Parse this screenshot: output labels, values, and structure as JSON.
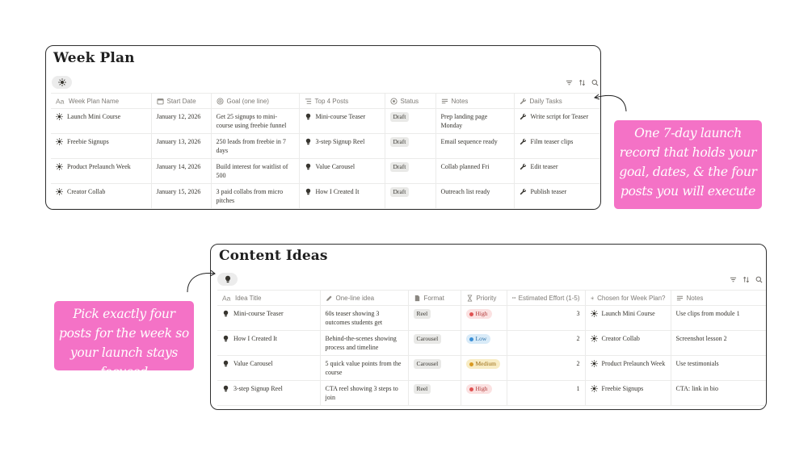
{
  "colors": {
    "callout_bg": "#f472c6",
    "high_bg": "#fbe1e1",
    "high_dot": "#e05252",
    "low_bg": "#d9ebf8",
    "low_dot": "#3a8fd6",
    "medium_bg": "#f8ecc4",
    "medium_dot": "#d99a21"
  },
  "week_plan": {
    "title": "Week Plan",
    "view_icon": "sun-icon",
    "columns": [
      {
        "label": "Week Plan Name",
        "icon": "text-aa-icon"
      },
      {
        "label": "Start Date",
        "icon": "calendar-icon"
      },
      {
        "label": "Goal (one line)",
        "icon": "target-icon"
      },
      {
        "label": "Top 4 Posts",
        "icon": "relation-list-icon"
      },
      {
        "label": "Status",
        "icon": "status-icon"
      },
      {
        "label": "Notes",
        "icon": "lines-icon"
      },
      {
        "label": "Daily Tasks",
        "icon": "wrench-icon"
      }
    ],
    "rows": [
      {
        "name": "Launch Mini Course",
        "start": "January 12, 2026",
        "goal": "Get 25 signups to mini-course using freebie funnel",
        "post": "Mini-course Teaser",
        "status": "Draft",
        "notes": "Prep landing page Monday",
        "task": "Write script for Teaser"
      },
      {
        "name": "Freebie Signups",
        "start": "January 13, 2026",
        "goal": "250 leads from freebie in 7 days",
        "post": "3-step Signup Reel",
        "status": "Draft",
        "notes": "Email sequence ready",
        "task": "Film teaser clips"
      },
      {
        "name": "Product Prelaunch Week",
        "start": "January 14, 2026",
        "goal": "Build interest for waitlist of 500",
        "post": "Value Carousel",
        "status": "Draft",
        "notes": "Collab planned Fri",
        "task": "Edit teaser"
      },
      {
        "name": "Creator Collab",
        "start": "January 15, 2026",
        "goal": "3 paid collabs from micro pitches",
        "post": "How I Created It",
        "status": "Draft",
        "notes": "Outreach list ready",
        "task": "Publish teaser"
      }
    ]
  },
  "content_ideas": {
    "title": "Content Ideas",
    "view_icon": "lightbulb-icon",
    "columns": [
      {
        "label": "Idea Title",
        "icon": "text-aa-icon"
      },
      {
        "label": "One-line idea",
        "icon": "pencil-icon"
      },
      {
        "label": "Format",
        "icon": "document-icon"
      },
      {
        "label": "Priority",
        "icon": "hourglass-icon"
      },
      {
        "label": "Estimated Effort (1-5)",
        "icon": "dumbbell-icon"
      },
      {
        "label": "Chosen for Week Plan?",
        "icon": "sun-icon"
      },
      {
        "label": "Notes",
        "icon": "lines-icon"
      }
    ],
    "rows": [
      {
        "title": "Mini-course Teaser",
        "idea": "60s teaser showing 3 outcomes students get",
        "format": "Reel",
        "priority": "High",
        "effort": "3",
        "chosen": "Launch Mini Course",
        "notes": "Use clips from module 1"
      },
      {
        "title": "How I Created It",
        "idea": "Behind-the-scenes showing process and timeline",
        "format": "Carousel",
        "priority": "Low",
        "effort": "2",
        "chosen": "Creator Collab",
        "notes": "Screenshot lesson 2"
      },
      {
        "title": "Value Carousel",
        "idea": "5 quick value points from the course",
        "format": "Carousel",
        "priority": "Medium",
        "effort": "2",
        "chosen": "Product Prelaunch Week",
        "notes": "Use testimonials"
      },
      {
        "title": "3-step Signup Reel",
        "idea": "CTA reel showing 3 steps to join",
        "format": "Reel",
        "priority": "High",
        "effort": "1",
        "chosen": "Freebie Signups",
        "notes": "CTA: link in bio"
      }
    ]
  },
  "callouts": {
    "top": "One 7-day launch record that holds your goal, dates, & the four posts you will execute",
    "bottom": "Pick exactly four posts for the week so your launch stays focused"
  },
  "toolbar_icons": [
    "filter-icon",
    "sort-icon",
    "search-icon"
  ]
}
